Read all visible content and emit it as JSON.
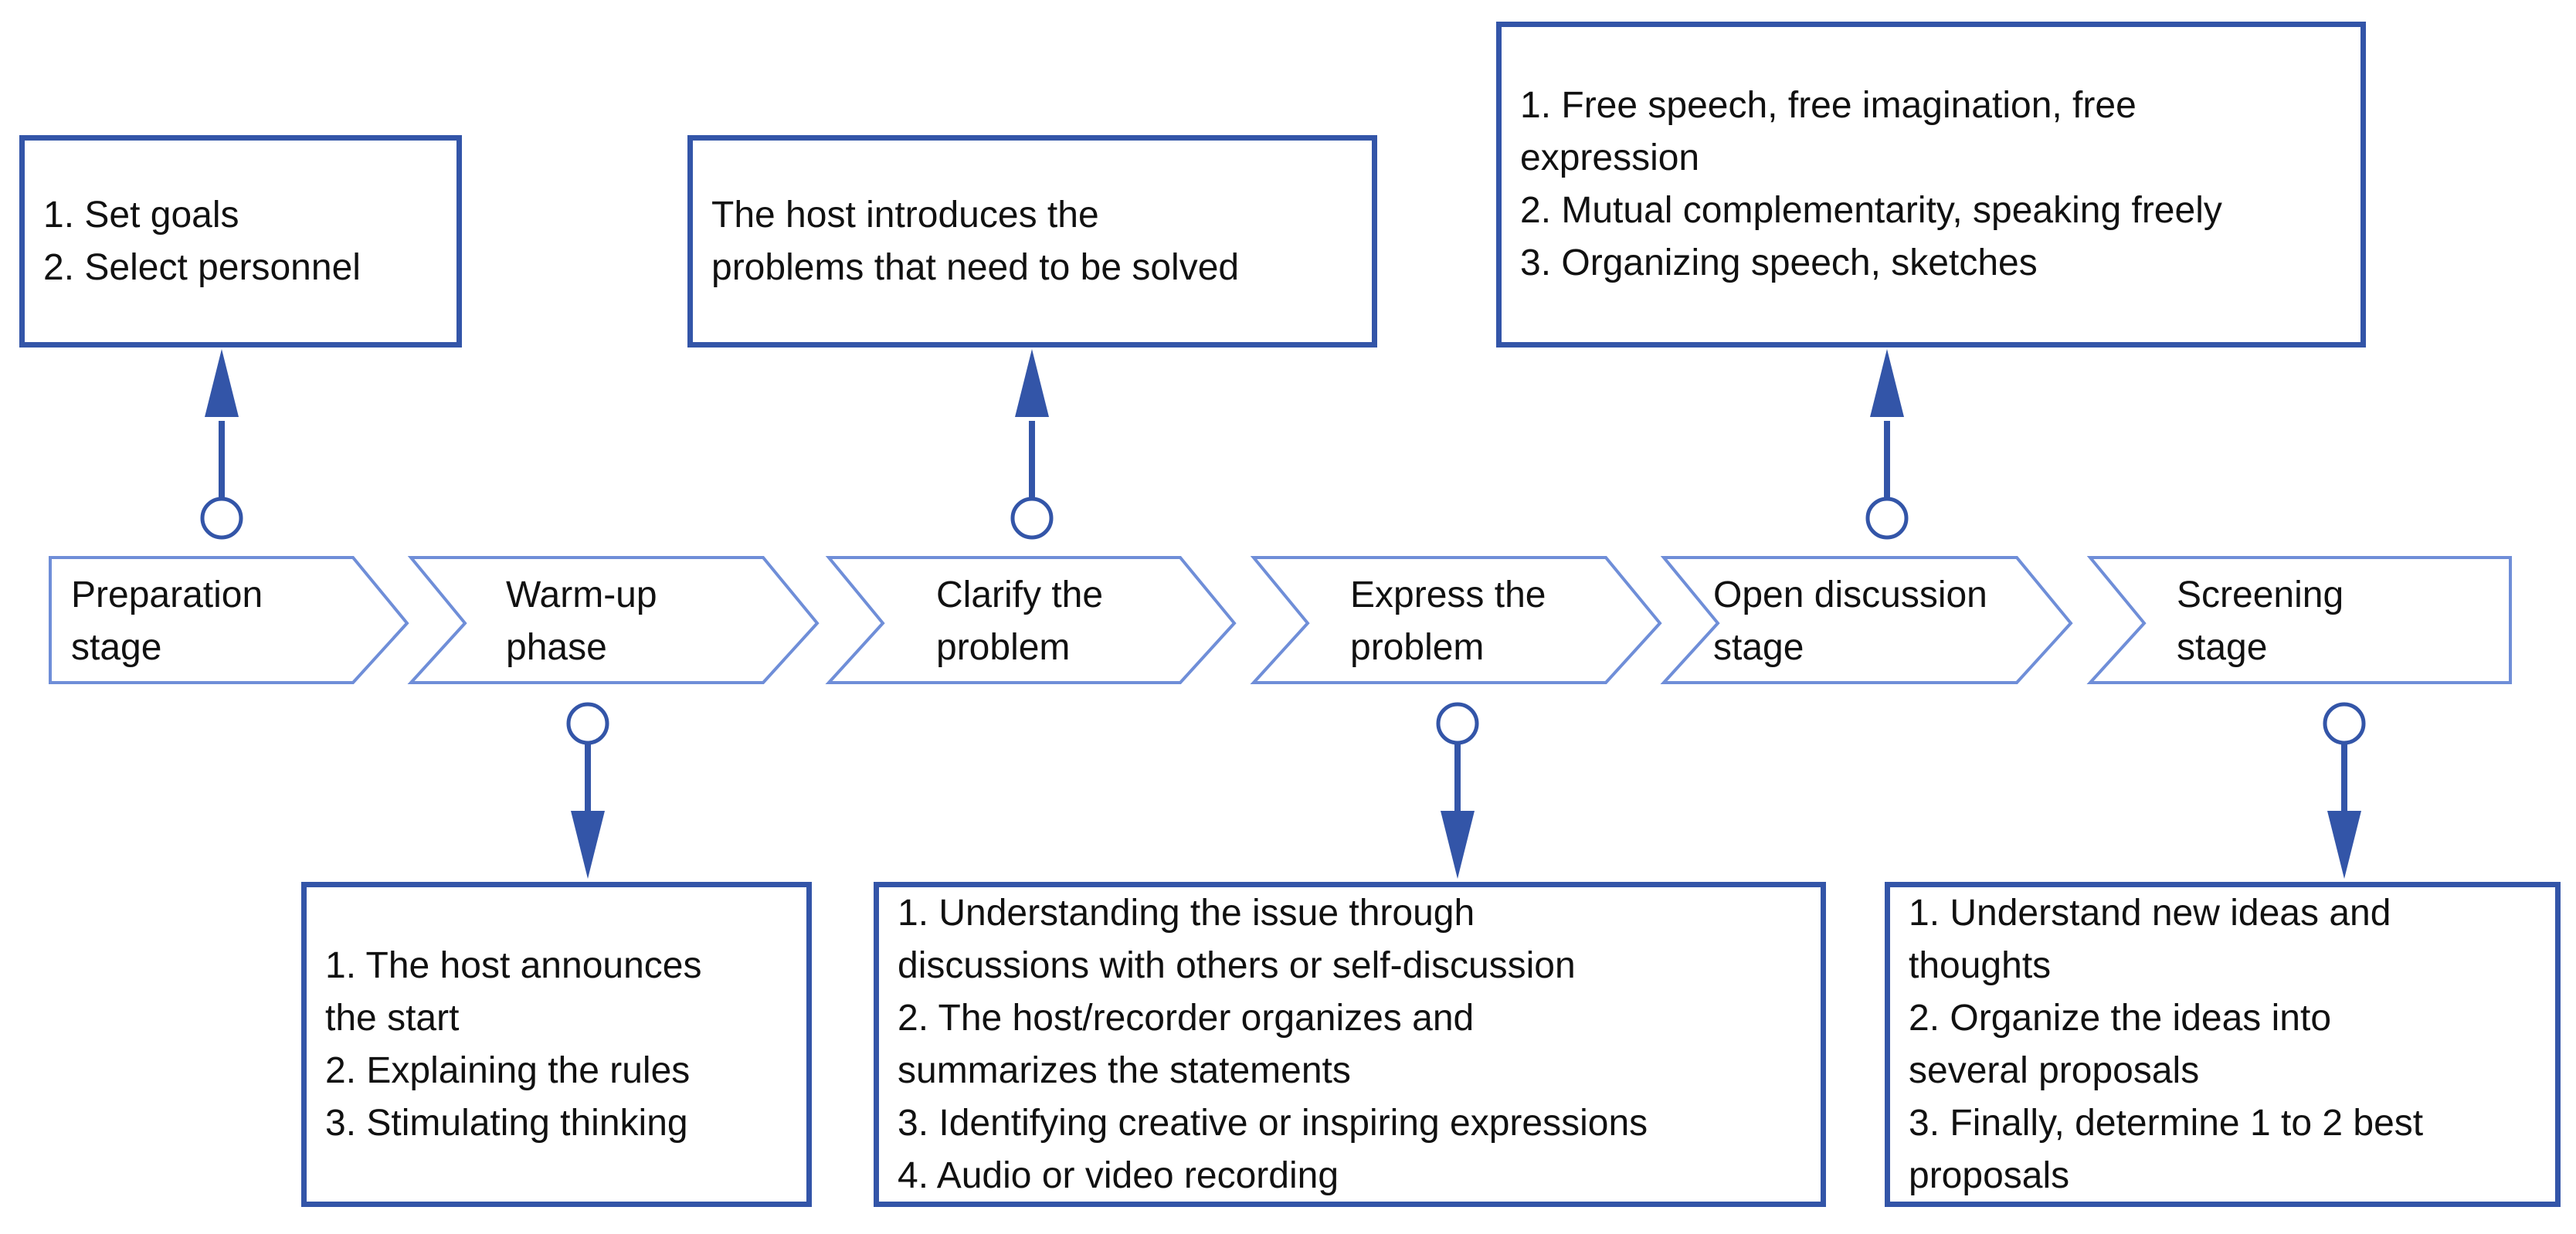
{
  "colors": {
    "box_border": "#3355a8",
    "chevron_stroke": "#6f8ed8",
    "connector": "#3355a8",
    "arrow_fill": "#3355a8",
    "text": "#111111"
  },
  "stages": [
    {
      "id": "preparation",
      "label_lines": [
        "Preparation",
        "stage"
      ]
    },
    {
      "id": "warm-up",
      "label_lines": [
        "Warm-up",
        "phase"
      ]
    },
    {
      "id": "clarify",
      "label_lines": [
        "Clarify the",
        "problem"
      ]
    },
    {
      "id": "express",
      "label_lines": [
        "Express the",
        "problem"
      ]
    },
    {
      "id": "open-discussion",
      "label_lines": [
        "Open discussion",
        "stage"
      ]
    },
    {
      "id": "screening",
      "label_lines": [
        "Screening",
        "stage"
      ]
    }
  ],
  "boxes": {
    "preparation": {
      "position": "above",
      "lines": [
        "1. Set goals",
        "2. Select personnel"
      ]
    },
    "warm-up": {
      "position": "below",
      "lines": [
        "1. The host announces",
        "the start",
        "2. Explaining the rules",
        "3. Stimulating thinking"
      ]
    },
    "clarify": {
      "position": "above",
      "lines": [
        "The host introduces the",
        "problems that need to be solved"
      ]
    },
    "express": {
      "position": "below",
      "lines": [
        "1. Understanding the issue through",
        "discussions with others or self-discussion",
        "2. The host/recorder organizes and",
        "summarizes the statements",
        "3. Identifying creative or inspiring expressions",
        "4. Audio or video recording"
      ]
    },
    "open-discussion": {
      "position": "above",
      "lines": [
        "1. Free speech, free imagination, free",
        "expression",
        "2. Mutual complementarity, speaking freely",
        "3. Organizing speech, sketches"
      ]
    },
    "screening": {
      "position": "below",
      "lines": [
        "1. Understand new ideas and",
        "thoughts",
        "2. Organize the ideas into",
        "several proposals",
        "3. Finally, determine 1 to 2 best",
        "proposals"
      ]
    }
  }
}
